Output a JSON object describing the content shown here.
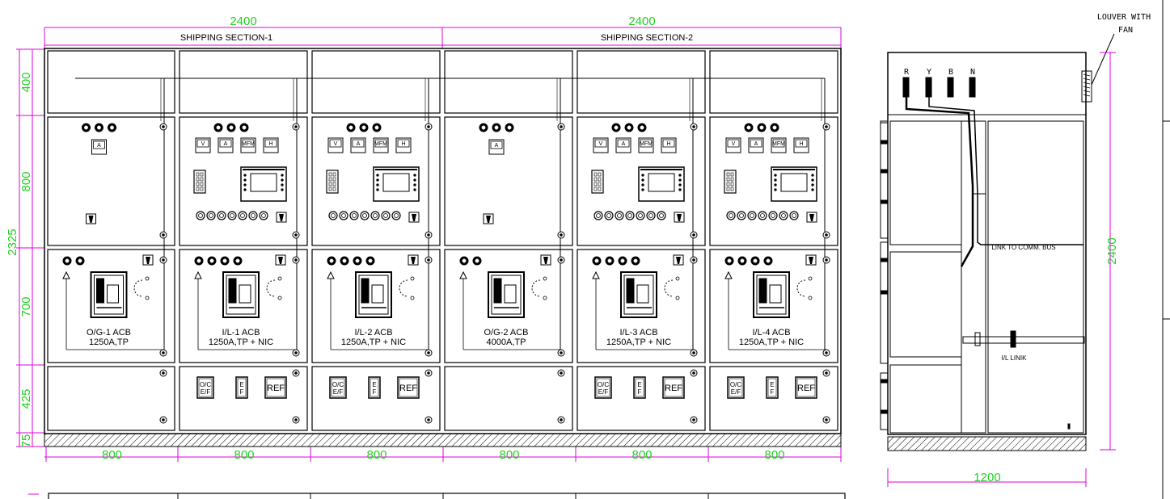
{
  "front": {
    "section_widths": [
      "2400",
      "2400"
    ],
    "section_labels": [
      "SHIPPING SECTION-1",
      "SHIPPING SECTION-2"
    ],
    "row_heights": [
      "400",
      "800",
      "700",
      "425",
      "75"
    ],
    "total_height": "2325",
    "panel_widths": [
      "800",
      "800",
      "800",
      "800",
      "800",
      "800"
    ],
    "panels": [
      {
        "type": "og",
        "indicators": 3,
        "meters": [
          "A"
        ],
        "acb": [
          "O/G-1 ACB",
          "1250A,TP"
        ],
        "relays": []
      },
      {
        "type": "il",
        "indicators": 3,
        "meters": [
          "V",
          "A",
          "MFM",
          "H"
        ],
        "acb": [
          "I/L-1 ACB",
          "1250A,TP  + NIC"
        ],
        "relays": [
          "O/C\nE/F",
          "E\nF",
          "REF"
        ]
      },
      {
        "type": "il",
        "indicators": 3,
        "meters": [
          "V",
          "A",
          "MFM",
          "H"
        ],
        "acb": [
          "I/L-2 ACB",
          "1250A,TP  + NIC"
        ],
        "relays": [
          "O/C\nE/F",
          "E\nF",
          "REF"
        ]
      },
      {
        "type": "og",
        "indicators": 3,
        "meters": [
          "A"
        ],
        "acb": [
          "O/G-2 ACB",
          "4000A,TP"
        ],
        "relays": []
      },
      {
        "type": "il",
        "indicators": 3,
        "meters": [
          "V",
          "A",
          "MFM",
          "H"
        ],
        "acb": [
          "I/L-3 ACB",
          "1250A,TP  + NIC"
        ],
        "relays": [
          "O/C\nE/F",
          "E\nF",
          "REF"
        ]
      },
      {
        "type": "il",
        "indicators": 3,
        "meters": [
          "V",
          "A",
          "MFM",
          "H"
        ],
        "acb": [
          "I/L-4 ACB",
          "1250A,TP  + NIC"
        ],
        "relays": [
          "O/C\nE/F",
          "E\nF",
          "REF"
        ]
      }
    ]
  },
  "side": {
    "louver_label_1": "LOUVER WITH",
    "louver_label_2": "FAN",
    "phases": [
      "R",
      "Y",
      "B",
      "N"
    ],
    "link_comm_bus": "LINK TO COMM. BUS",
    "il_link": "I/L LINIK",
    "height": "2400",
    "depth": "1200"
  }
}
